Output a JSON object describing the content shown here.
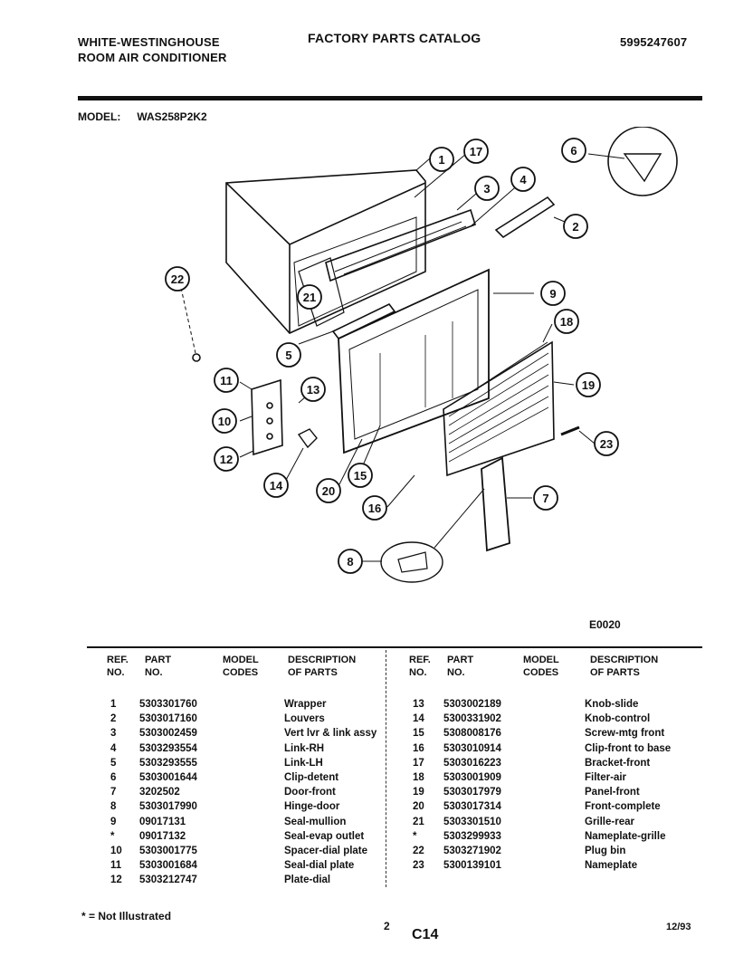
{
  "header": {
    "brand_line1": "WHITE-WESTINGHOUSE",
    "brand_line2": "ROOM AIR CONDITIONER",
    "catalog_title": "FACTORY PARTS CATALOG",
    "catalog_number": "5995247607"
  },
  "model": {
    "label": "MODEL:",
    "value": "WAS258P2K2"
  },
  "diagram": {
    "code": "E0020",
    "callouts": [
      "1",
      "17",
      "3",
      "4",
      "6",
      "2",
      "22",
      "21",
      "9",
      "5",
      "18",
      "11",
      "13",
      "19",
      "10",
      "23",
      "12",
      "7",
      "14",
      "20",
      "15",
      "16",
      "8"
    ]
  },
  "table": {
    "headers": {
      "ref": [
        "REF.",
        "NO."
      ],
      "part": [
        "PART",
        "NO."
      ],
      "model": [
        "MODEL",
        "CODES"
      ],
      "desc": [
        "DESCRIPTION",
        "OF PARTS"
      ]
    },
    "left": [
      {
        "ref": "1",
        "part": "5303301760",
        "desc": "Wrapper"
      },
      {
        "ref": "2",
        "part": "5303017160",
        "desc": "Louvers"
      },
      {
        "ref": "3",
        "part": "5303002459",
        "desc": "Vert lvr & link assy"
      },
      {
        "ref": "4",
        "part": "5303293554",
        "desc": "Link-RH"
      },
      {
        "ref": "5",
        "part": "5303293555",
        "desc": "Link-LH"
      },
      {
        "ref": "6",
        "part": "5303001644",
        "desc": "Clip-detent"
      },
      {
        "ref": "7",
        "part": "3202502",
        "desc": "Door-front"
      },
      {
        "ref": "8",
        "part": "5303017990",
        "desc": "Hinge-door"
      },
      {
        "ref": "9",
        "part": "09017131",
        "desc": "Seal-mullion"
      },
      {
        "ref": "*",
        "part": "09017132",
        "desc": "Seal-evap outlet"
      },
      {
        "ref": "10",
        "part": "5303001775",
        "desc": "Spacer-dial plate"
      },
      {
        "ref": "11",
        "part": "5303001684",
        "desc": "Seal-dial plate"
      },
      {
        "ref": "12",
        "part": "5303212747",
        "desc": "Plate-dial"
      }
    ],
    "right": [
      {
        "ref": "13",
        "part": "5303002189",
        "desc": "Knob-slide"
      },
      {
        "ref": "14",
        "part": "5300331902",
        "desc": "Knob-control"
      },
      {
        "ref": "15",
        "part": "5308008176",
        "desc": "Screw-mtg front"
      },
      {
        "ref": "16",
        "part": "5303010914",
        "desc": "Clip-front to base"
      },
      {
        "ref": "17",
        "part": "5303016223",
        "desc": "Bracket-front"
      },
      {
        "ref": "18",
        "part": "5303001909",
        "desc": "Filter-air"
      },
      {
        "ref": "19",
        "part": "5303017979",
        "desc": "Panel-front"
      },
      {
        "ref": "20",
        "part": "5303017314",
        "desc": "Front-complete"
      },
      {
        "ref": "21",
        "part": "5303301510",
        "desc": "Grille-rear"
      },
      {
        "ref": "*",
        "part": "5303299933",
        "desc": "Nameplate-grille"
      },
      {
        "ref": "22",
        "part": "5303271902",
        "desc": "Plug bin"
      },
      {
        "ref": "23",
        "part": "5300139101",
        "desc": "Nameplate"
      }
    ]
  },
  "footer": {
    "note": "* = Not Illustrated",
    "page": "2",
    "section": "C14",
    "date": "12/93"
  }
}
